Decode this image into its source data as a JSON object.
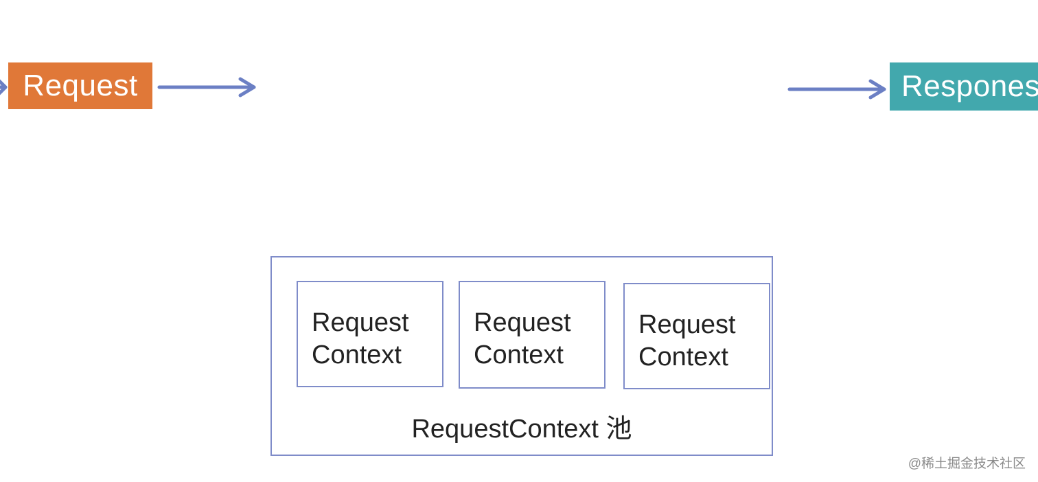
{
  "nodes": {
    "request_label": "Request",
    "response_label": "Respones"
  },
  "pool": {
    "label": "RequestContext 池",
    "contexts": [
      {
        "line1": "Request",
        "line2": "Context"
      },
      {
        "line1": "Request",
        "line2": "Context"
      },
      {
        "line1": "Request",
        "line2": "Context"
      }
    ]
  },
  "colors": {
    "request_fill": "#e07838",
    "response_fill": "#42a8ad",
    "arrow": "#6b7fc4",
    "box_border": "#7f8cc9"
  },
  "watermark": "@稀土掘金技术社区"
}
